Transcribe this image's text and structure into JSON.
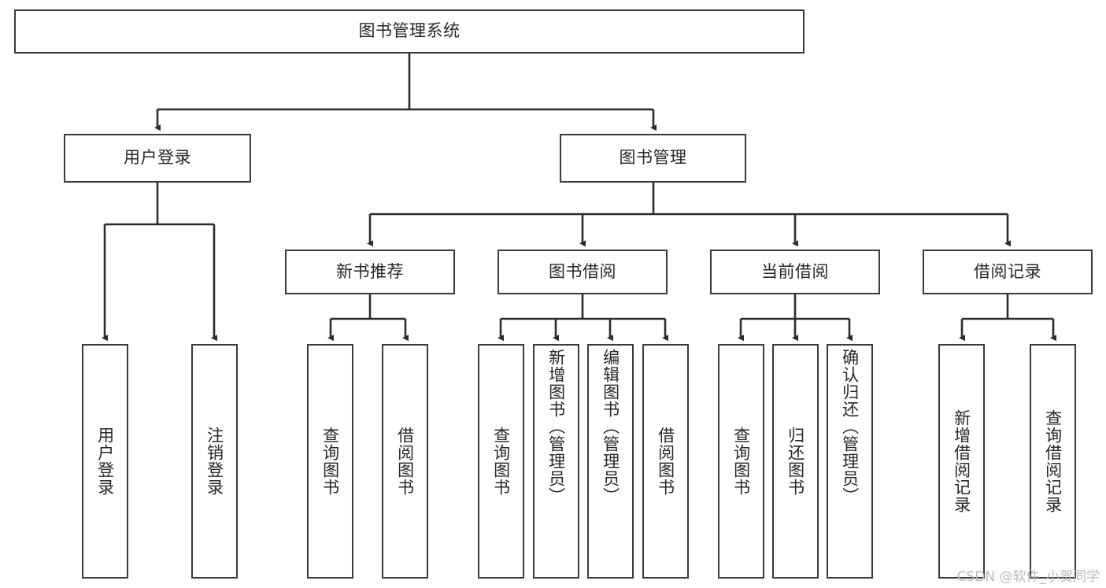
{
  "diagram": {
    "title": "图书管理系统",
    "type": "tree-hierarchy",
    "theme": {
      "background": "#ffffff",
      "box_border": "#3a3a3a",
      "box_fill": "#ffffff",
      "text": "#262626",
      "edge": "#2b2b2b",
      "watermark": "#b9b9b9"
    },
    "root": {
      "id": "root",
      "label": "图书管理系统"
    },
    "level2": [
      {
        "id": "user-login",
        "label": "用户登录"
      },
      {
        "id": "book-manage",
        "label": "图书管理"
      }
    ],
    "level3": [
      {
        "id": "new-book-rec",
        "label": "新书推荐",
        "parent": "book-manage"
      },
      {
        "id": "book-borrow",
        "label": "图书借阅",
        "parent": "book-manage"
      },
      {
        "id": "current-borrow",
        "label": "当前借阅",
        "parent": "book-manage"
      },
      {
        "id": "borrow-record",
        "label": "借阅记录",
        "parent": "book-manage"
      }
    ],
    "leaves": [
      {
        "id": "leaf-user-login",
        "label": "用户登录",
        "parent": "user-login"
      },
      {
        "id": "leaf-user-logout",
        "label": "注销登录",
        "parent": "user-login"
      },
      {
        "id": "leaf-rec-query-book",
        "label": "查询图书",
        "parent": "new-book-rec"
      },
      {
        "id": "leaf-rec-borrow-book",
        "label": "借阅图书",
        "parent": "new-book-rec"
      },
      {
        "id": "leaf-borrow-query-book",
        "label": "查询图书",
        "parent": "book-borrow"
      },
      {
        "id": "leaf-borrow-add-book",
        "label": "新增图书（管理员）",
        "parent": "book-borrow"
      },
      {
        "id": "leaf-borrow-edit-book",
        "label": "编辑图书（管理员）",
        "parent": "book-borrow"
      },
      {
        "id": "leaf-borrow-borrow-book",
        "label": "借阅图书",
        "parent": "book-borrow"
      },
      {
        "id": "leaf-current-query-book",
        "label": "查询图书",
        "parent": "current-borrow"
      },
      {
        "id": "leaf-current-return-book",
        "label": "归还图书",
        "parent": "current-borrow"
      },
      {
        "id": "leaf-current-confirm-return",
        "label": "确认归还（管理员）",
        "parent": "current-borrow"
      },
      {
        "id": "leaf-record-add",
        "label": "新增借阅记录",
        "parent": "borrow-record"
      },
      {
        "id": "leaf-record-query",
        "label": "查询借阅记录",
        "parent": "borrow-record"
      }
    ]
  },
  "watermark": {
    "text": "CSDN @软件_小贺同学"
  }
}
